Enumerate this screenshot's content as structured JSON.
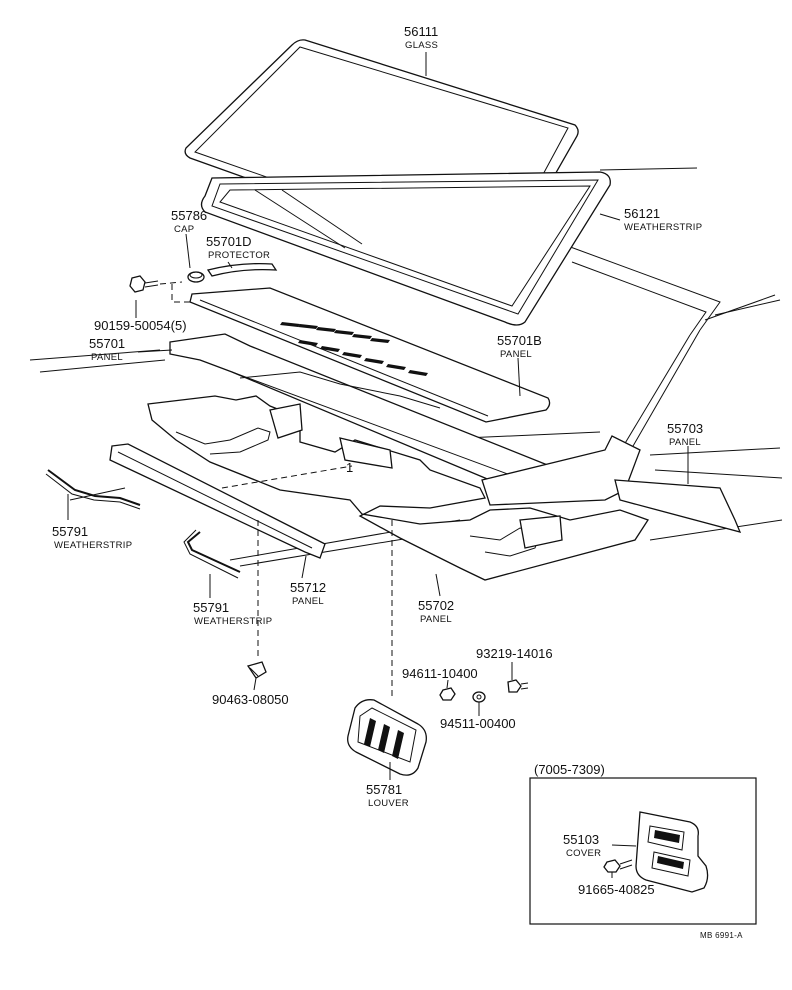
{
  "parts": {
    "glass": {
      "number": "56111",
      "name": "GLASS"
    },
    "weatherstrip_56121": {
      "number": "56121",
      "name": "WEATHERSTRIP"
    },
    "cap": {
      "number": "55786",
      "name": "CAP"
    },
    "protector": {
      "number": "55701D",
      "name": "PROTECTOR"
    },
    "bolt_90159": {
      "number": "90159-50054(5)"
    },
    "panel_55701": {
      "number": "55701",
      "name": "PANEL"
    },
    "panel_55701b": {
      "number": "55701B",
      "name": "PANEL"
    },
    "panel_55703": {
      "number": "55703",
      "name": "PANEL"
    },
    "weatherstrip_left": {
      "number": "55791",
      "name": "WEATHERSTRIP"
    },
    "weatherstrip_lower": {
      "number": "55791",
      "name": "WEATHERSTRIP"
    },
    "panel_55712": {
      "number": "55712",
      "name": "PANEL"
    },
    "panel_55702": {
      "number": "55702",
      "name": "PANEL"
    },
    "clip_90463": {
      "number": "90463-08050"
    },
    "screw_93219": {
      "number": "93219-14016"
    },
    "nut_94611": {
      "number": "94611-10400"
    },
    "washer_94511": {
      "number": "94511-00400"
    },
    "louver": {
      "number": "55781",
      "name": "LOUVER"
    },
    "cover": {
      "number": "55103",
      "name": "COVER"
    },
    "bolt_91665": {
      "number": "91665-40825"
    }
  },
  "inset": {
    "range": "(7005-7309)"
  },
  "ref_mark": "1",
  "footer_code": "MB  6991-A"
}
